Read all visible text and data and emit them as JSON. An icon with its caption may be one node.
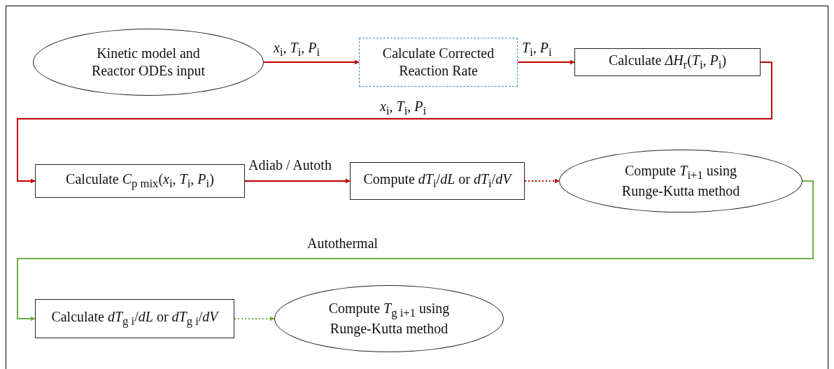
{
  "diagram": {
    "nodes": [
      {
        "text": [
          "Kinetic model and Reactor ODEs input"
        ]
      },
      {
        "text": [
          "Calculate Corrected Reaction Rate"
        ]
      },
      {
        "text": [
          "Calculate *ΔH*$_{r}$(*T*$_{i}$, *P*$_{i}$)"
        ]
      },
      {
        "text": [
          "Calculate *C*$_{p mix}$(*x*$_{i}$, *T*$_{i}$, *P*$_{i}$)"
        ]
      },
      {
        "text": [
          "Compute *dT*$_{i}$/*dL* or *dT*$_{i}$/*dV*"
        ]
      },
      {
        "text": [
          "Compute *T*$_{i+1}$ using Runge-Kutta method"
        ]
      },
      {
        "text": [
          "Calculate *dT*$_{g i}$/*dL* or *dT*$_{g i}$/*dV*"
        ]
      },
      {
        "text": [
          "Compute *T*$_{g i+1}$ using Runge-Kutta method"
        ]
      }
    ],
    "edges": [
      {
        "from": 0,
        "to": 1,
        "arrow": "to",
        "label": "*x*$_{i}$, *T*$_{i}$, *P*$_{i}$"
      },
      {
        "from": 1,
        "to": 2,
        "arrow": "to",
        "label": "*T*$_{i}$, *P*$_{i}$"
      },
      {
        "from": 2,
        "to": 3,
        "arrow": "to",
        "label": "*x*$_{i}$, *T*$_{i}$, *P*$_{i}$"
      },
      {
        "from": 3,
        "to": 4,
        "arrow": "to",
        "label": "Adiab / Autoth"
      },
      {
        "from": 4,
        "to": 5,
        "arrow": "to",
        "style": "dashed"
      },
      {
        "from": 5,
        "to": 6,
        "arrow": "to",
        "label": "Autothermal",
        "color": "#70ad47"
      },
      {
        "from": 6,
        "to": 7,
        "arrow": "to",
        "style": "dashed",
        "color": "#70ad47"
      }
    ]
  }
}
